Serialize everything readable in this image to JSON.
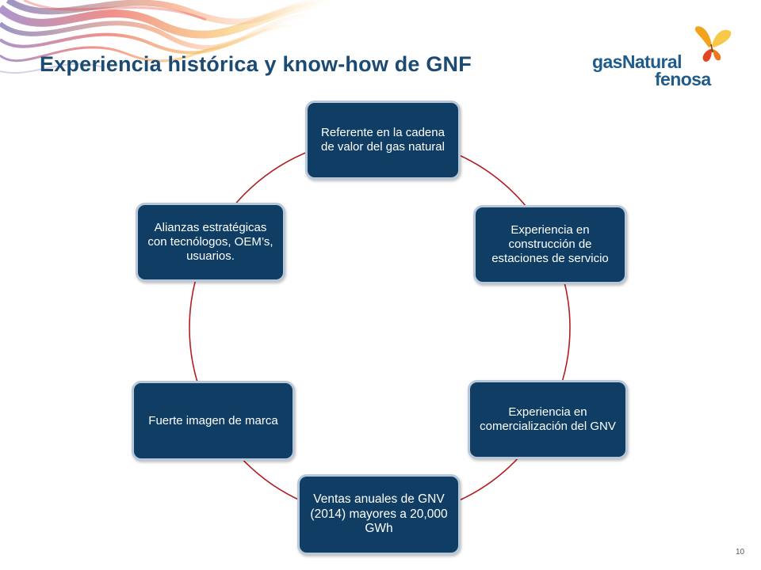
{
  "slide": {
    "title": "Experiencia histórica y know-how de GNF",
    "page_number": "10"
  },
  "logo": {
    "line1": "gasNatural",
    "line2": "fenosa",
    "icon": "butterfly-icon"
  },
  "cycle": {
    "nodes": [
      {
        "label": "Referente en la cadena de valor del gas natural"
      },
      {
        "label": "Experiencia en construcción de estaciones de servicio"
      },
      {
        "label": "Experiencia en comercialización del GNV"
      },
      {
        "label": "Ventas anuales de GNV (2014) mayores a 20,000 GWh"
      },
      {
        "label": "Fuerte imagen de marca"
      },
      {
        "label": "Alianzas estratégicas con tecnólogos, OEM’s, usuarios."
      }
    ]
  },
  "colors": {
    "title": "#1b4a73",
    "node_fill": "#0f3d64",
    "node_border": "#b8c8d8",
    "ring": "#b01e23",
    "logo": "#1f5c8c"
  }
}
